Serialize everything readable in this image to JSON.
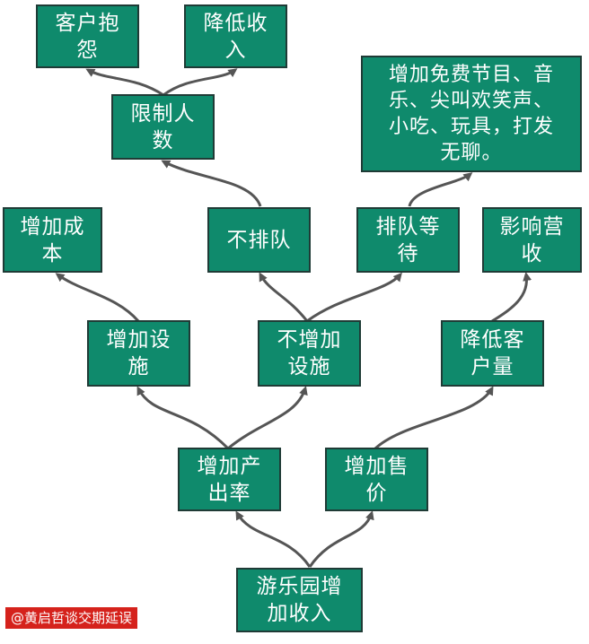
{
  "colors": {
    "node_fill": "#0f8a6c",
    "node_border": "#1f3b36",
    "arrow": "#555555",
    "watermark_bg": "#d5221c"
  },
  "nodes": {
    "root": "游乐园增\n加收入",
    "increase_output": "增加产\n出率",
    "raise_price": "增加售\n价",
    "add_facilities": "增加设\n施",
    "no_add_facilities": "不增加\n设施",
    "reduce_customers": "降低客\n户量",
    "increase_cost": "增加成\n本",
    "no_queue": "不排队",
    "queue_wait": "排队等\n待",
    "affect_revenue": "影响营\n收",
    "limit_people": "限制人\n数",
    "entertainment": "增加免费节目、音\n乐、尖叫欢笑声、\n小吃、玩具，打发\n无聊。",
    "complaints": "客户抱\n怨",
    "reduce_income": "降低收\n入"
  },
  "watermark": "@黄启哲谈交期延误"
}
